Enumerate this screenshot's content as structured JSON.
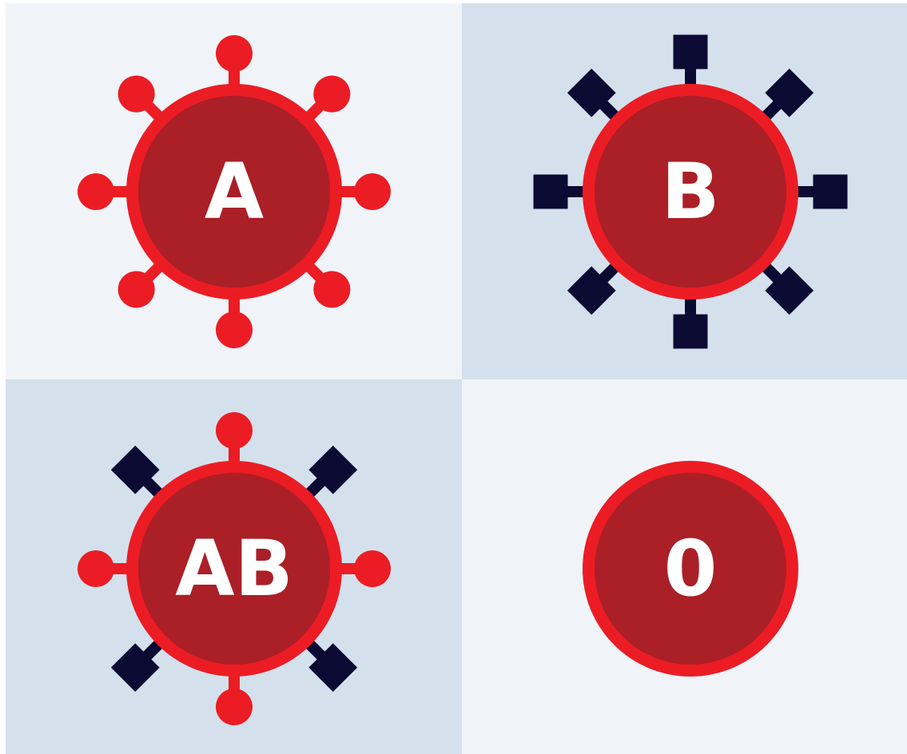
{
  "figure": {
    "colors": {
      "background": "#ffffff",
      "panel_light": "#f0f4f9",
      "panel_dark": "#d4e1ed",
      "cell_fill": "#ab1f27",
      "cell_ring": "#ec1c24",
      "antigen_a": "#ec1c24",
      "antigen_b": "#0b0a33",
      "label": "#ffffff"
    },
    "panels": [
      {
        "id": "a",
        "label": "A",
        "antigens": [
          "antigen-a"
        ],
        "panel_tone": "light"
      },
      {
        "id": "b",
        "label": "B",
        "antigens": [
          "antigen-b"
        ],
        "panel_tone": "dark"
      },
      {
        "id": "ab",
        "label": "AB",
        "antigens": [
          "antigen-a",
          "antigen-b"
        ],
        "panel_tone": "dark"
      },
      {
        "id": "o",
        "label": "0",
        "antigens": [],
        "panel_tone": "light"
      }
    ]
  }
}
